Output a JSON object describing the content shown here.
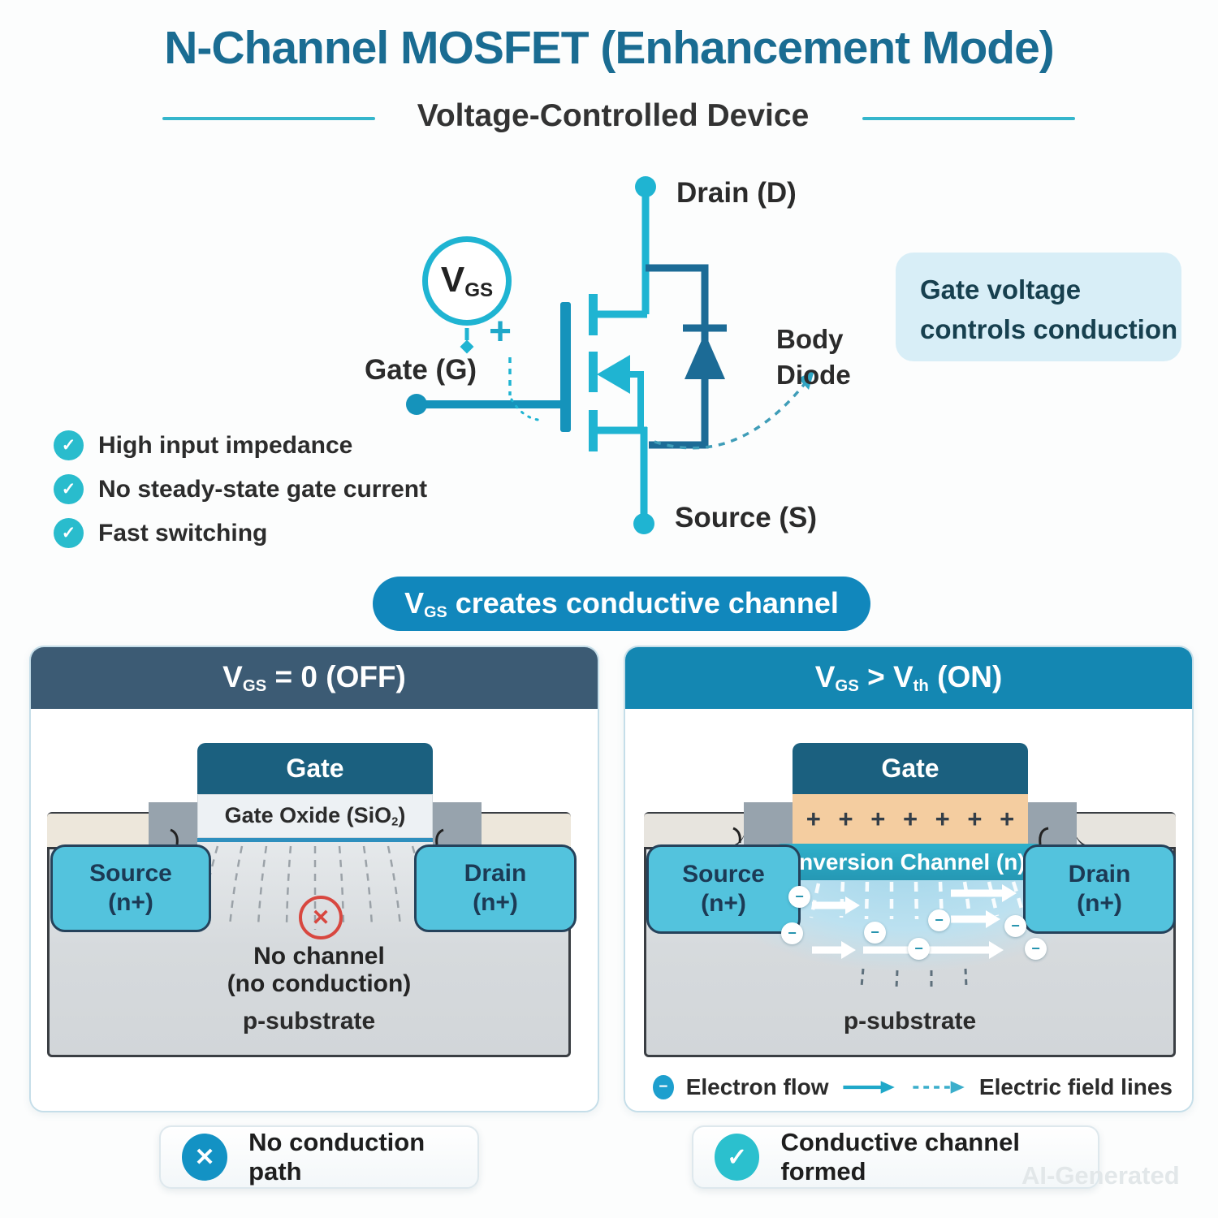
{
  "title": "N-Channel MOSFET (Enhancement Mode)",
  "subtitle": "Voltage-Controlled Device",
  "colors": {
    "accent_cyan": "#1FB4D2",
    "wire_blue": "#1593BB",
    "dark_blue": "#1C6B96",
    "title_blue": "#1A6C92",
    "off_header": "#3C5B74",
    "on_header": "#1487B2",
    "banner_blue": "#1187BC",
    "callout_bg": "#D8EEF7",
    "check_teal": "#29BCCD",
    "gate_fill": "#1B607F",
    "oxide_charge_peach": "#F4CDA0",
    "inversion_teal": "#2CA9C3",
    "nplus_cyan": "#53C3DD",
    "substrate_gray": "#D9DCDF",
    "no_symbol_red": "#D8473F",
    "status_x_blue": "#1392C4"
  },
  "icons": {
    "check": "✓",
    "cross": "✕",
    "minus": "−",
    "plus": "+"
  },
  "circuit": {
    "vgs": {
      "main": "V",
      "sub": "GS"
    },
    "plus_sign": "+",
    "drain_label": "Drain (D)",
    "gate_label": "Gate (G)",
    "source_label": "Source (S)",
    "body_diode_line1": "Body",
    "body_diode_line2": "Diode"
  },
  "callout": {
    "line1": "Gate voltage",
    "line2": "controls conduction"
  },
  "features": [
    {
      "label": "High input impedance"
    },
    {
      "label": "No steady-state gate current"
    },
    {
      "label": "Fast switching"
    }
  ],
  "banner": {
    "v": "V",
    "sub": "GS",
    "rest": " creates conductive channel"
  },
  "panel_off": {
    "title_v": "V",
    "title_sub": "GS",
    "title_rest": " = 0 (OFF)",
    "gate_label": "Gate",
    "oxide_pre": "Gate Oxide (SiO",
    "oxide_sub": "2",
    "oxide_post": ")",
    "source_line1": "Source",
    "source_line2": "(n+)",
    "drain_line1": "Drain",
    "drain_line2": "(n+)",
    "no_channel_line1": "No channel",
    "no_channel_line2": "(no conduction)",
    "substrate_label": "p-substrate",
    "status": "No conduction path"
  },
  "panel_on": {
    "title_v1": "V",
    "title_sub1": "GS",
    "title_mid": " > ",
    "title_v2": "V",
    "title_sub2": "th",
    "title_rest": " (ON)",
    "gate_label": "Gate",
    "plus_row": "+ + + + + + +",
    "inversion_label": "Inversion Channel (n)",
    "source_line1": "Source",
    "source_line2": "(n+)",
    "drain_line1": "Drain",
    "drain_line2": "(n+)",
    "substrate_label": "p-substrate",
    "legend_electron": "Electron flow",
    "legend_field": "Electric field lines",
    "status": "Conductive channel formed"
  },
  "watermark": "AI-Generated"
}
